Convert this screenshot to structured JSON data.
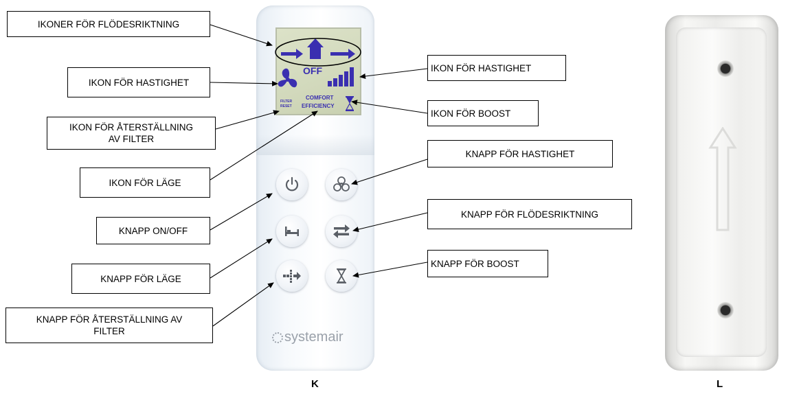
{
  "labels": {
    "flow_icons": "IKONER FÖR FLÖDESRIKTNING",
    "speed_icon_left": "IKON FÖR HASTIGHET",
    "speed_icon_right": "IKON FÖR HASTIGHET",
    "boost_icon": "IKON FÖR BOOST",
    "filter_reset_icon": "IKON FÖR ÅTERSTÄLLNING\nAV FILTER",
    "mode_icon": "IKON FÖR LÄGE",
    "speed_button": "KNAPP FÖR HASTIGHET",
    "onoff_button": "KNAPP ON/OFF",
    "flow_button": "KNAPP FÖR FLÖDESRIKTNING",
    "mode_button": "KNAPP FÖR LÄGE",
    "boost_button": "KNAPP FÖR BOOST",
    "filter_reset_button": "KNAPP FÖR ÅTERSTÄLLNING AV\nFILTER"
  },
  "display": {
    "status": "OFF",
    "filter_reset_line1": "FILTER",
    "filter_reset_line2": "RESET",
    "mode_comfort": "COMFORT",
    "mode_efficiency": "EFFICIENCY"
  },
  "brand": "systemair",
  "captions": {
    "remote": "K",
    "holder": "L"
  },
  "colors": {
    "icon_blue": "#3a2fb0",
    "button_icon": "#5a5f66"
  }
}
